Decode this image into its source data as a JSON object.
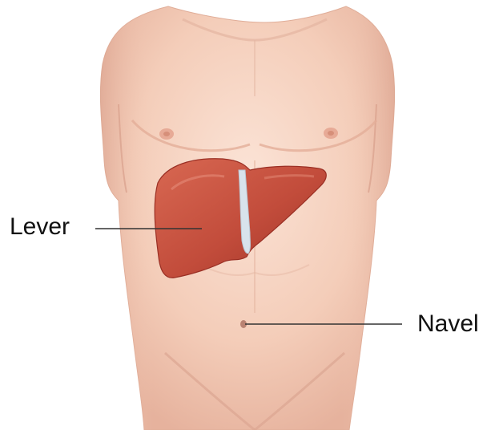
{
  "labels": {
    "liver": "Lever",
    "navel": "Navel"
  },
  "colors": {
    "background": "#ffffff",
    "skin_light": "#f8d8c8",
    "skin_mid": "#efc0aa",
    "skin_shadow": "#d9a08c",
    "liver": "#c8503f",
    "liver_dark": "#a63a2d",
    "ligament": "#d8e3ec",
    "leader_line": "#333333",
    "text": "#111111"
  },
  "icons": {
    "torso": "torso-illustration",
    "liver": "liver-illustration",
    "navel": "navel-marker"
  }
}
